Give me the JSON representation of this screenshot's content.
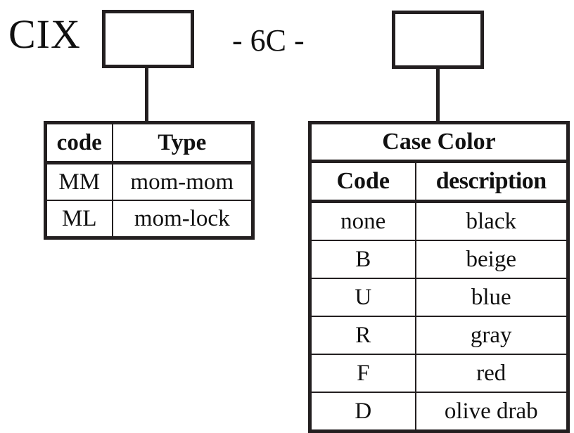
{
  "diagram": {
    "type": "part-number-configurator",
    "header": {
      "prefix": "CIX",
      "separator_middle": "- 6C -",
      "box1_value": "",
      "box2_value": ""
    },
    "type_table": {
      "columns": [
        "code",
        "Type"
      ],
      "rows": [
        {
          "code": "MM",
          "description": "mom-mom"
        },
        {
          "code": "ML",
          "description": "mom-lock"
        }
      ]
    },
    "case_color_table": {
      "title": "Case Color",
      "columns": [
        "Code",
        "description"
      ],
      "rows": [
        {
          "code": "none",
          "description": "black"
        },
        {
          "code": "B",
          "description": "beige"
        },
        {
          "code": "U",
          "description": "blue"
        },
        {
          "code": "R",
          "description": "gray"
        },
        {
          "code": "F",
          "description": "red"
        },
        {
          "code": "D",
          "description": "olive drab"
        }
      ]
    },
    "colors": {
      "line": "#231f20",
      "text": "#111111",
      "background": "#ffffff"
    }
  }
}
